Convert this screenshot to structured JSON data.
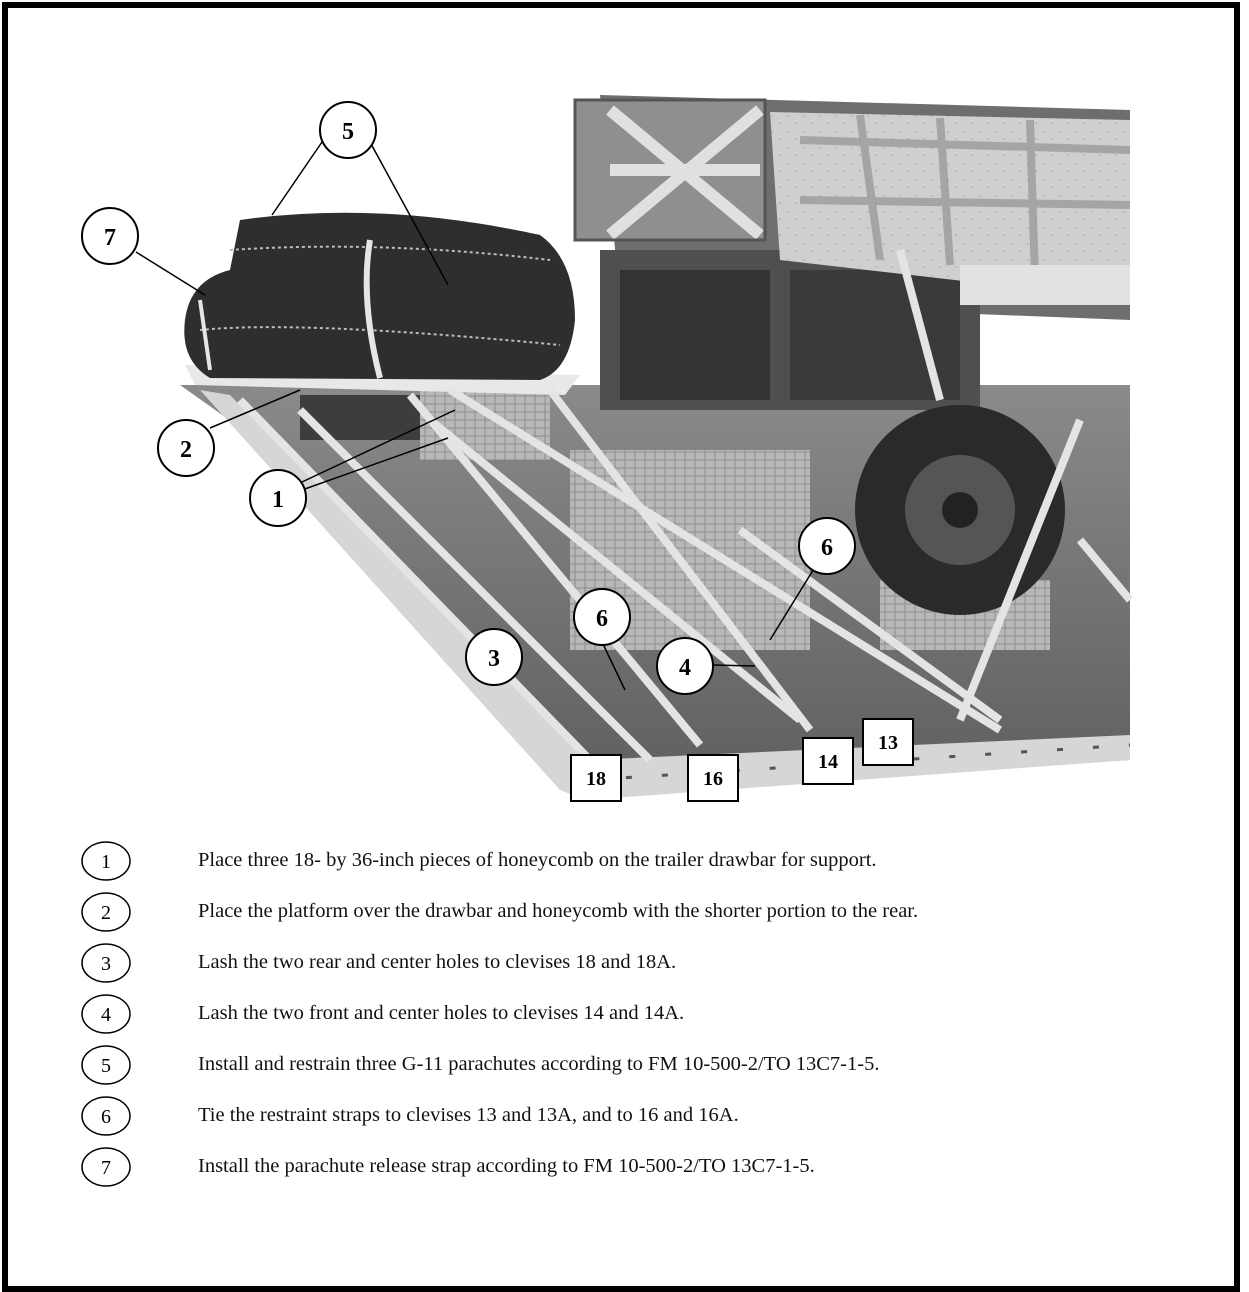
{
  "figure": {
    "callouts_circle": [
      {
        "id": "c5",
        "label": "5"
      },
      {
        "id": "c7",
        "label": "7"
      },
      {
        "id": "c2",
        "label": "2"
      },
      {
        "id": "c1",
        "label": "1"
      },
      {
        "id": "c6a",
        "label": "6"
      },
      {
        "id": "c6b",
        "label": "6"
      },
      {
        "id": "c3",
        "label": "3"
      },
      {
        "id": "c4",
        "label": "4"
      }
    ],
    "callouts_box": [
      {
        "id": "b18",
        "label": "18"
      },
      {
        "id": "b16",
        "label": "16"
      },
      {
        "id": "b14",
        "label": "14"
      },
      {
        "id": "b13",
        "label": "13"
      }
    ]
  },
  "steps": [
    {
      "num": "1",
      "text": "Place three 18- by 36-inch pieces of honeycomb on the trailer drawbar for support."
    },
    {
      "num": "2",
      "text": "Place the platform over the drawbar and honeycomb with the shorter portion to the rear."
    },
    {
      "num": "3",
      "text": "Lash the two rear and center holes to clevises 18 and 18A."
    },
    {
      "num": "4",
      "text": "Lash the two front and center holes to clevises 14 and 14A."
    },
    {
      "num": "5",
      "text": "Install and restrain three G-11 parachutes according to FM 10-500-2/TO 13C7-1-5."
    },
    {
      "num": "6",
      "text": "Tie the restraint straps to clevises 13 and 13A, and to 16 and 16A."
    },
    {
      "num": "7",
      "text": "Install the parachute release strap according to FM 10-500-2/TO 13C7-1-5."
    }
  ]
}
